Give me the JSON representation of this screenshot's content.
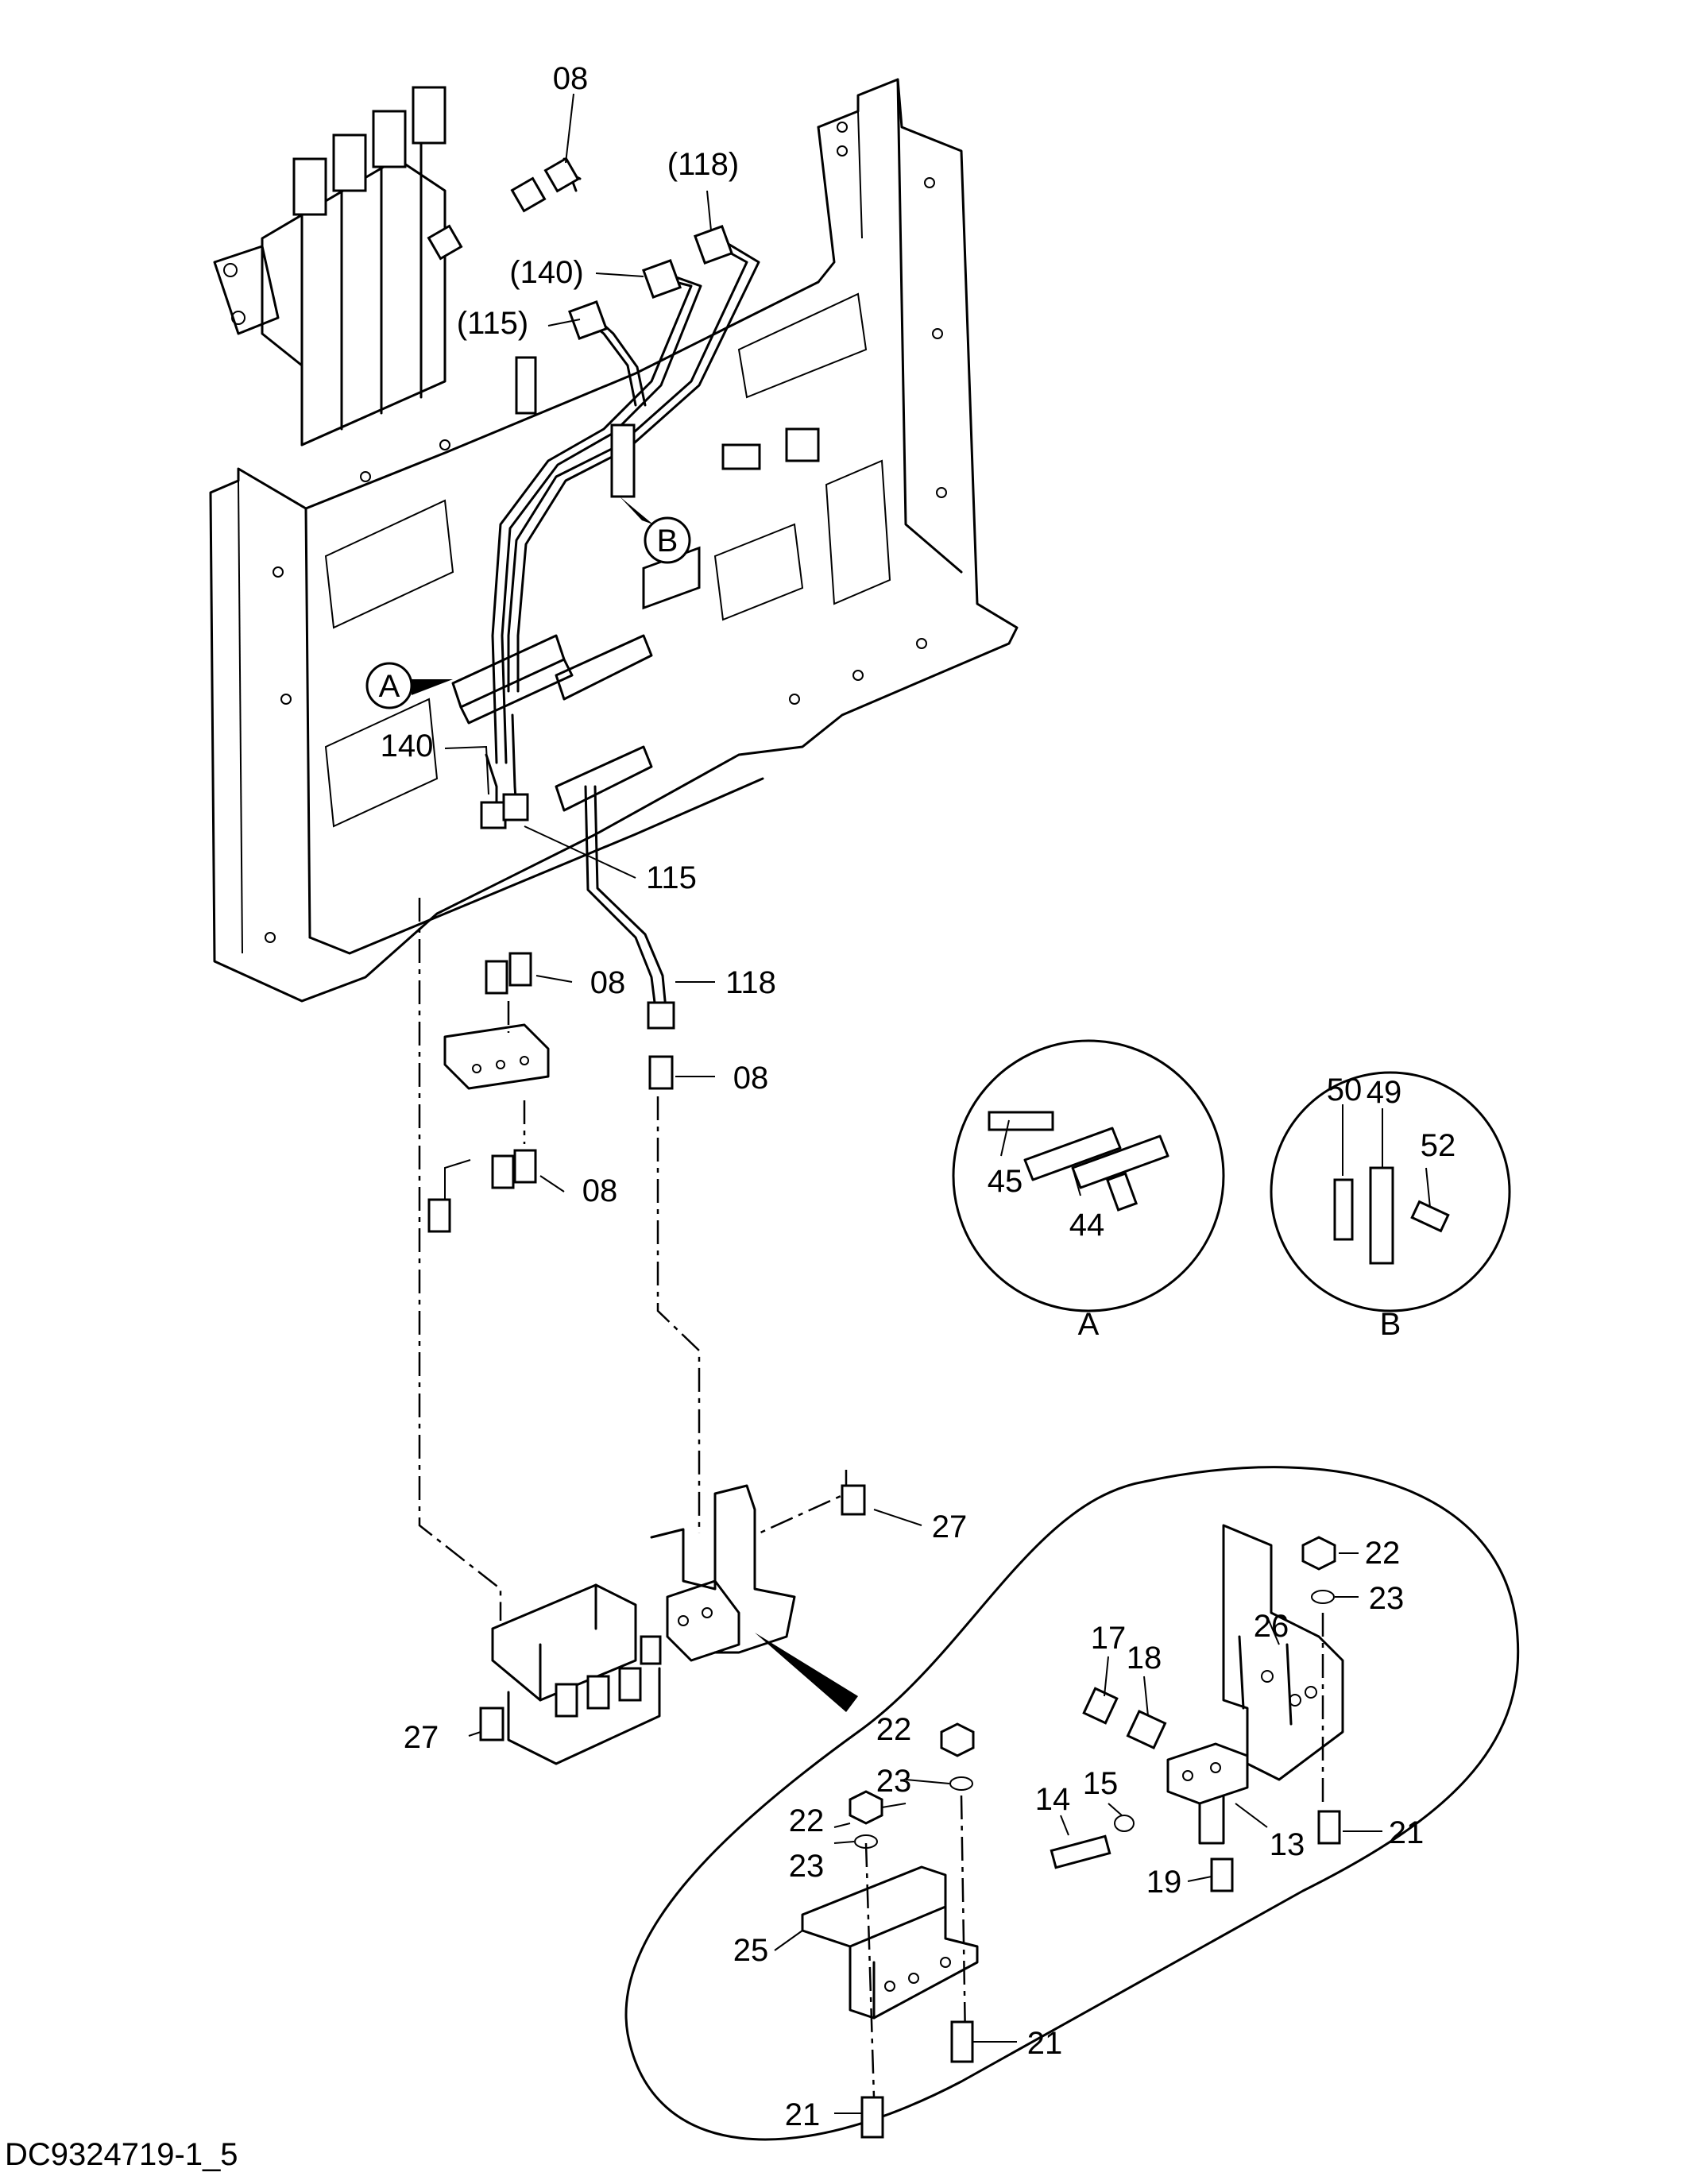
{
  "drawing": {
    "number": "DC9324719-1_5"
  },
  "callouts": [
    {
      "id": "c-08-top",
      "text": "08"
    },
    {
      "id": "c-118-top",
      "text": "(118)"
    },
    {
      "id": "c-140-top",
      "text": "(140)"
    },
    {
      "id": "c-115-top",
      "text": "(115)"
    },
    {
      "id": "c-140",
      "text": "140"
    },
    {
      "id": "c-115",
      "text": "115"
    },
    {
      "id": "c-08-a",
      "text": "08"
    },
    {
      "id": "c-118",
      "text": "118"
    },
    {
      "id": "c-08-b",
      "text": "08"
    },
    {
      "id": "c-08-c",
      "text": "08"
    },
    {
      "id": "c-27-top",
      "text": "27"
    },
    {
      "id": "c-27-bottom",
      "text": "27"
    },
    {
      "id": "c-22-right",
      "text": "22"
    },
    {
      "id": "c-23-right",
      "text": "23"
    },
    {
      "id": "c-26",
      "text": "26"
    },
    {
      "id": "c-17",
      "text": "17"
    },
    {
      "id": "c-18",
      "text": "18"
    },
    {
      "id": "c-15",
      "text": "15"
    },
    {
      "id": "c-14",
      "text": "14"
    },
    {
      "id": "c-13",
      "text": "13"
    },
    {
      "id": "c-19",
      "text": "19"
    },
    {
      "id": "c-21-right",
      "text": "21"
    },
    {
      "id": "c-22-left-a",
      "text": "22"
    },
    {
      "id": "c-23-left-a",
      "text": "23"
    },
    {
      "id": "c-22-left-b",
      "text": "22"
    },
    {
      "id": "c-23-left-b",
      "text": "23"
    },
    {
      "id": "c-25",
      "text": "25"
    },
    {
      "id": "c-21-mid",
      "text": "21"
    },
    {
      "id": "c-21-bottom",
      "text": "21"
    }
  ],
  "detail_views": {
    "A": {
      "label": "A",
      "marker": "A",
      "parts": [
        "45",
        "44"
      ]
    },
    "B": {
      "label": "B",
      "marker": "B",
      "parts": [
        "50",
        "49",
        "52"
      ]
    }
  }
}
